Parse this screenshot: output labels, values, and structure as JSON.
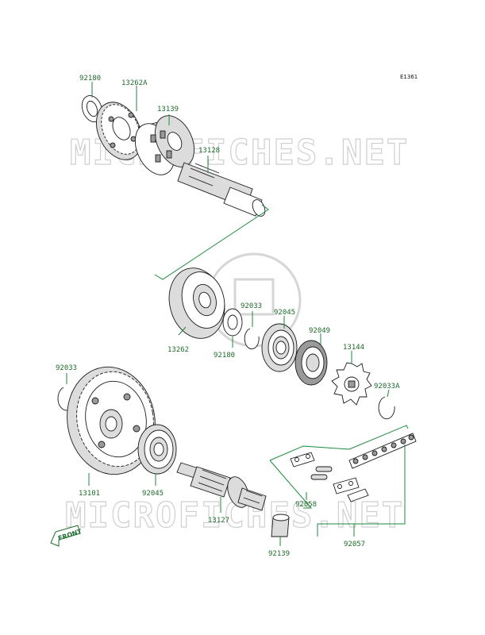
{
  "diagram_code": "E1361",
  "watermark_text": "MICROFICHES.NET",
  "front_arrow_label": "FRONT",
  "colors": {
    "label": "#1d6b2b",
    "leader": "#1d8a3b",
    "line": "#1a1a1a",
    "watermark": "#cfcfcf"
  },
  "parts": {
    "p92180_top": "92180",
    "p13262A": "13262A",
    "p13139": "13139",
    "p13128": "13128",
    "p92033_mid": "92033",
    "p92045_mid": "92045",
    "p92049": "92049",
    "p13262": "13262",
    "p92180_mid": "92180",
    "p13144": "13144",
    "p92033A": "92033A",
    "p92033_left": "92033",
    "p13101": "13101",
    "p92045_low": "92045",
    "p13127": "13127",
    "p92058": "92058",
    "p92139": "92139",
    "p92057": "92057"
  }
}
